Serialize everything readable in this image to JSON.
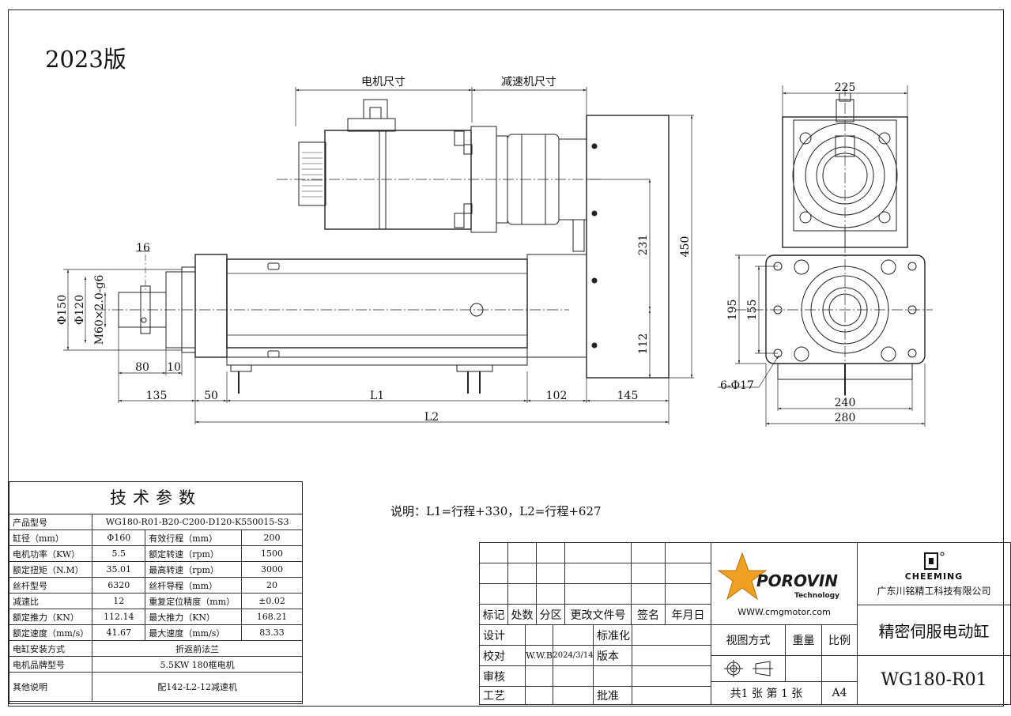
{
  "header": {
    "version": "2023版"
  },
  "dimensions": {
    "motor_size": "电机尺寸",
    "reducer_size": "减速机尺寸",
    "d16": "16",
    "d150": "Φ150",
    "d120": "Φ120",
    "thread": "M60×2.0-g6",
    "d80": "80",
    "d10": "10",
    "d135": "135",
    "d50": "50",
    "l1": "L1",
    "d102": "102",
    "d145": "145",
    "l2": "L2",
    "d231": "231",
    "d112": "112",
    "d450": "450",
    "d225": "225",
    "d195": "195",
    "d155": "155",
    "holes": "6-Φ17",
    "d240": "240",
    "d280": "280"
  },
  "note": "说明：L1=行程+330，L2=行程+627",
  "tech_params": {
    "title": "技术参数",
    "product_model_label": "产品型号",
    "product_model": "WG180-R01-B20-C200-D120-K550015-S3",
    "rows": [
      {
        "l1": "缸径（mm）",
        "v1": "Φ160",
        "l2": "有效行程（mm）",
        "v2": "200"
      },
      {
        "l1": "电机功率（KW）",
        "v1": "5.5",
        "l2": "额定转速（rpm）",
        "v2": "1500"
      },
      {
        "l1": "额定扭矩（N.M）",
        "v1": "35.01",
        "l2": "最高转速（rpm）",
        "v2": "3000"
      },
      {
        "l1": "丝杆型号",
        "v1": "6320",
        "l2": "丝杆导程（mm）",
        "v2": "20"
      },
      {
        "l1": "减速比",
        "v1": "12",
        "l2": "重复定位精度（mm）",
        "v2": "±0.02"
      },
      {
        "l1": "额定推力（KN）",
        "v1": "112.14",
        "l2": "最大推力（KN）",
        "v2": "168.21"
      },
      {
        "l1": "额定速度（mm/s）",
        "v1": "41.67",
        "l2": "最大速度（mm/s）",
        "v2": "83.33"
      }
    ],
    "install_label": "电缸安装方式",
    "install_value": "折返前法兰",
    "motor_brand_label": "电机品牌型号",
    "motor_brand_value": "5.5KW 180框电机",
    "other_label": "其他说明",
    "other_value": "配142-L2-12减速机"
  },
  "title_block": {
    "h_mark": "标记",
    "h_count": "处数",
    "h_zone": "分区",
    "h_docno": "更改文件号",
    "h_sign": "签名",
    "h_date": "年月日",
    "design": "设计",
    "check": "校对",
    "checker": "W.W.B",
    "check_date": "2024/3/14",
    "revision": "版本",
    "standard": "标准化",
    "review": "审核",
    "process": "工艺",
    "approve": "批准",
    "logo_text": "POROVIN",
    "logo_sub": "Technology",
    "website": "WWW.cmgmotor.com",
    "view_method": "视图方式",
    "weight": "重量",
    "scale": "比例",
    "sheets": "共1 张 第 1 张",
    "paper": "A4",
    "brand_mark": "CHEEMING",
    "company": "广东川铭精工科技有限公司",
    "product_name": "精密伺服电动缸",
    "drawing_no": "WG180-R01"
  },
  "colors": {
    "line": "#222222",
    "logo_orange": "#f0a020",
    "logo_dark": "#1a1a1a"
  }
}
